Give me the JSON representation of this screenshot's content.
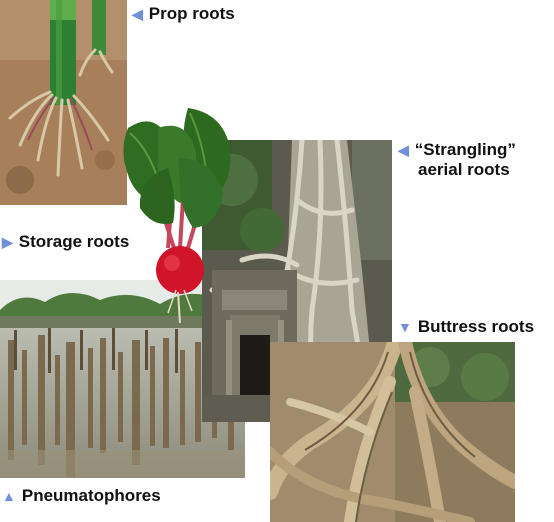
{
  "labels": {
    "prop": "Prop roots",
    "strangling_line1": "“Strangling”",
    "strangling_line2": "aerial roots",
    "storage": "Storage roots",
    "buttress": "Buttress roots",
    "pneumatophores": "Pneumatophores"
  },
  "icons": {
    "left": "◀",
    "right": "▶",
    "down": "▼",
    "up": "▲"
  },
  "colors": {
    "label_arrow": "#6f8fd8",
    "label_text": "#111111"
  }
}
